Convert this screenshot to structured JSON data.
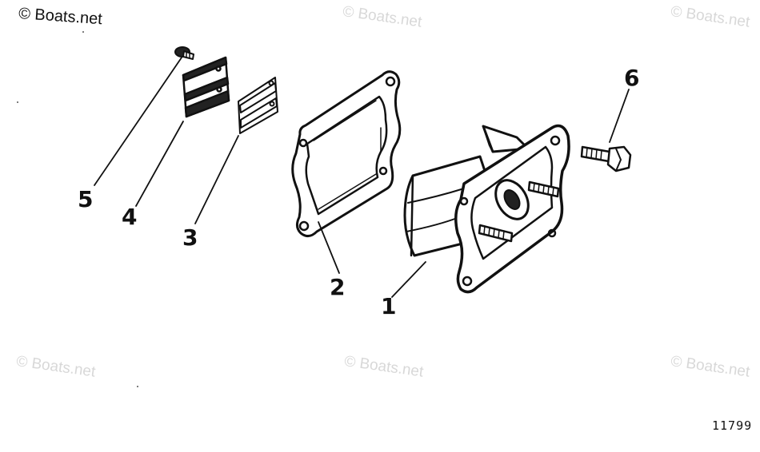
{
  "watermark": {
    "main": "© Boats.net",
    "repeat": "© Boats.net"
  },
  "callouts": [
    "1",
    "2",
    "3",
    "4",
    "5",
    "6"
  ],
  "drawing_number": "11799"
}
